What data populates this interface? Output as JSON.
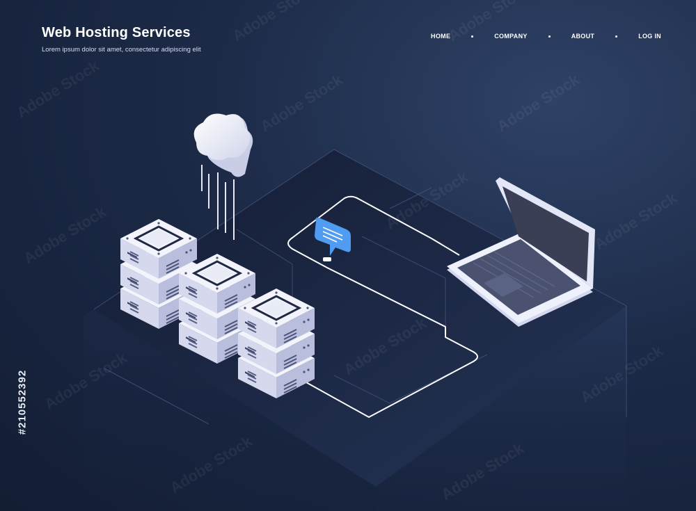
{
  "header": {
    "title": "Web Hosting Services",
    "subtitle": "Lorem ipsum dolor sit amet, consectetur adipiscing elit"
  },
  "nav": {
    "items": [
      {
        "label": "HOME"
      },
      {
        "label": "COMPANY"
      },
      {
        "label": "ABOUT"
      },
      {
        "label": "LOG IN"
      }
    ]
  },
  "illustration": {
    "icons": [
      "cloud-icon",
      "server-rack-icon",
      "laptop-icon",
      "chat-bubble-icon"
    ]
  },
  "watermark": {
    "text": "Adobe Stock",
    "stock_id": "#210552392"
  },
  "colors": {
    "background": "#1c2a47",
    "chat_accent": "#4f9cf0",
    "server_face": "#eef0fa",
    "laptop_body": "#e6e8f7"
  }
}
